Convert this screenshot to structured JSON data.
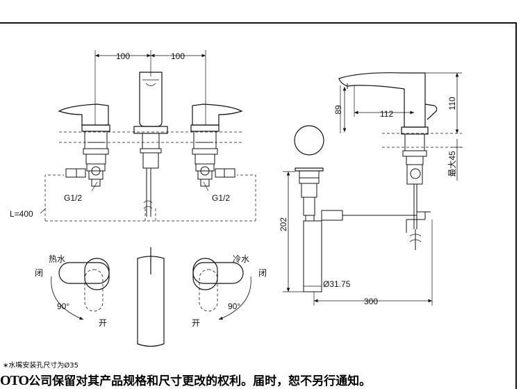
{
  "dimensions": {
    "spacing_left": "100",
    "spacing_right": "100",
    "hose_length": "L=400",
    "thread_left": "G1/2",
    "thread_right": "G1/2",
    "spout_height": "89",
    "spout_reach": "112",
    "total_height": "110",
    "max_thickness": "最大45",
    "drain_height": "202",
    "drain_diameter": "Ø31.75",
    "drain_rod_length": "300",
    "angle_left": "90°",
    "angle_right": "90°"
  },
  "labels": {
    "hot_water": "热水",
    "cold_water": "冷水",
    "close_left": "闭",
    "close_right": "闭",
    "open_left": "开",
    "open_right": "开"
  },
  "footnote": "∗水嘴安装孔尺寸为Ø35",
  "footer": {
    "brand": "OTO",
    "text": "公司保留对其产品规格和尺寸更改的权利。届时，恕不另行通知。"
  }
}
